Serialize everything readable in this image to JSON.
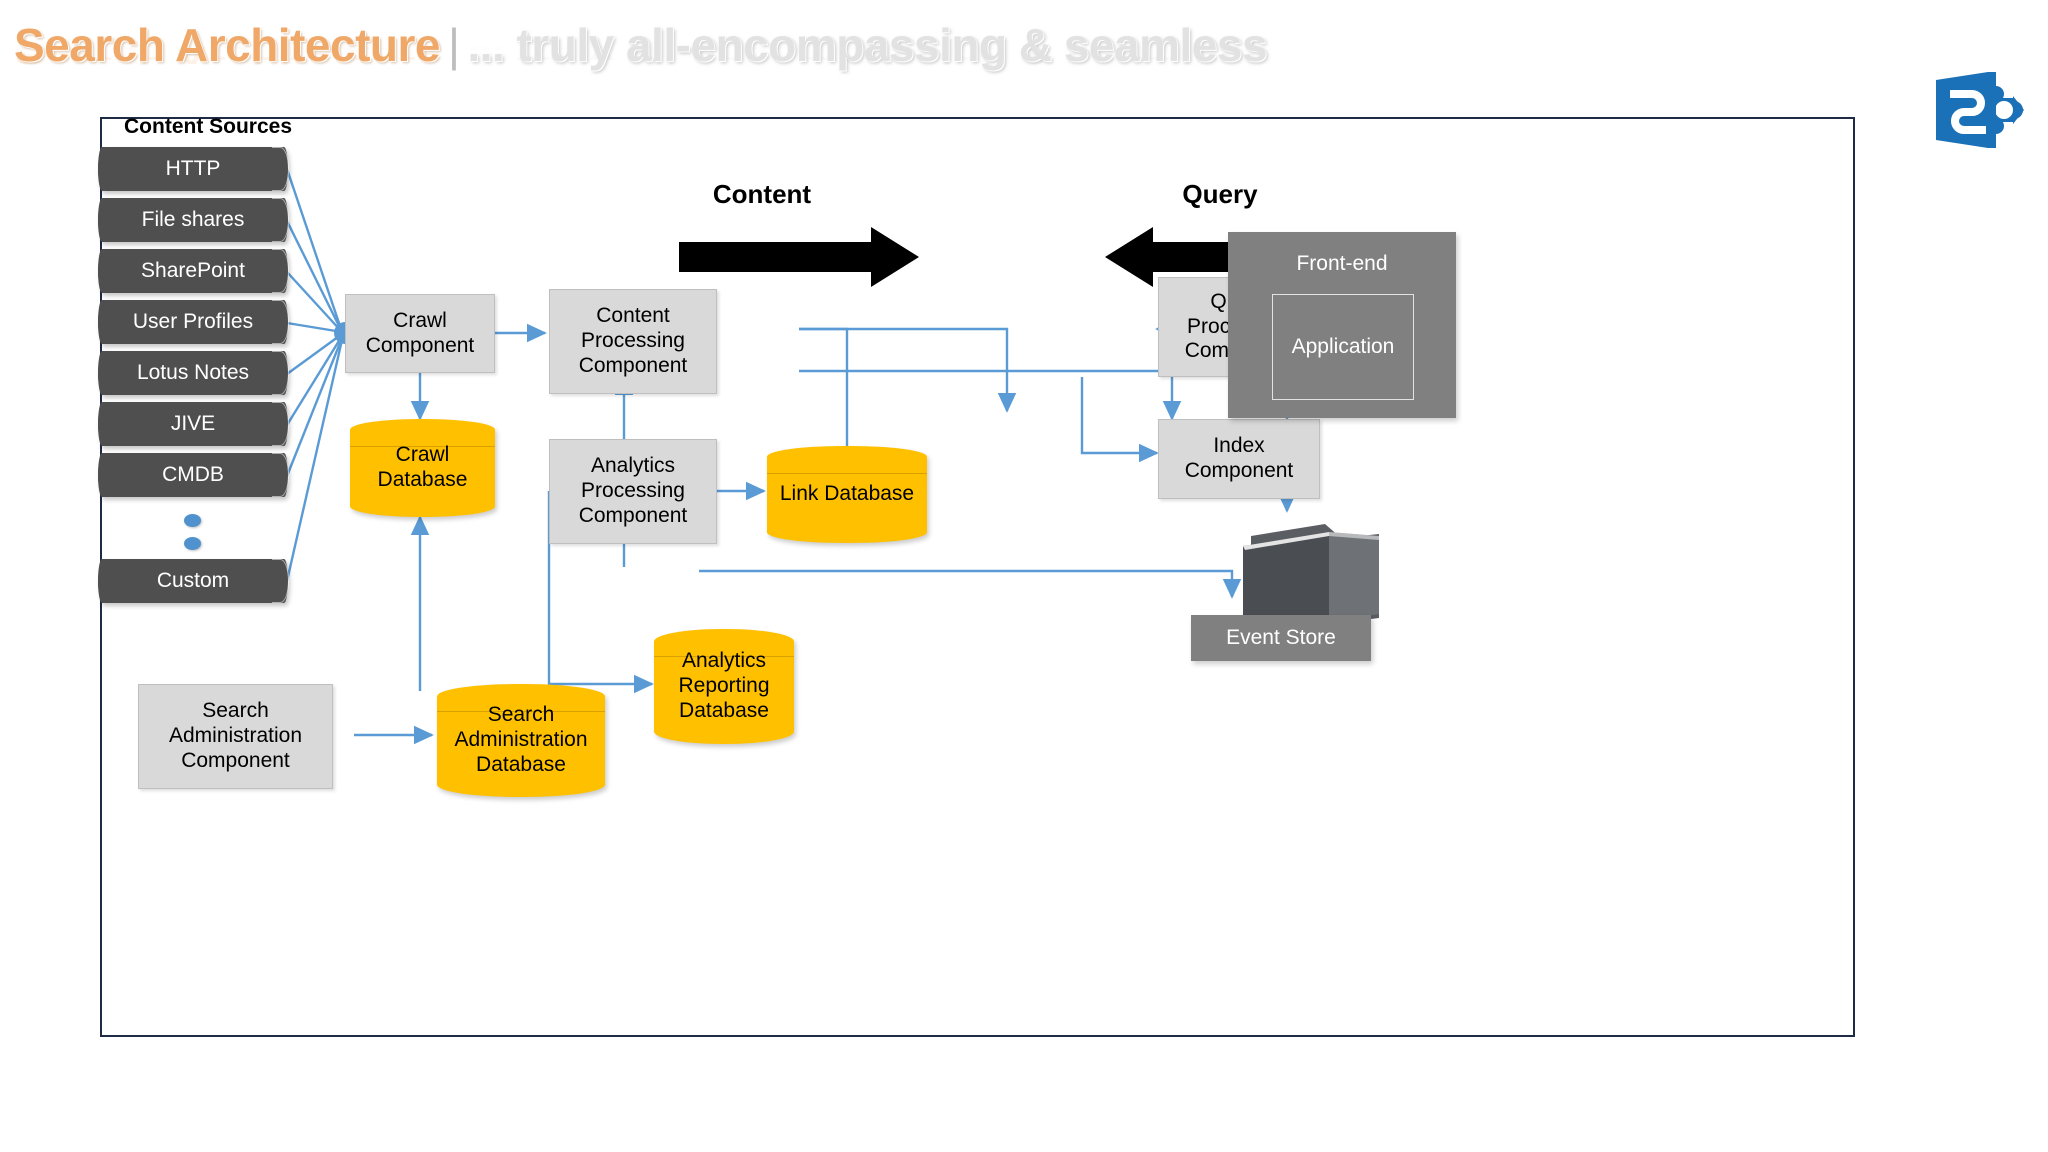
{
  "title": {
    "main": "Search Architecture",
    "separator": "|",
    "subtitle": "... truly all-encompassing & seamless"
  },
  "logo": {
    "name": "sharepoint-logo",
    "letter": "S",
    "color": "#1B71B8"
  },
  "diagram": {
    "content_sources_label": "Content Sources",
    "flow_labels": {
      "content": "Content",
      "query": "Query"
    },
    "content_sources": [
      {
        "label": "HTTP"
      },
      {
        "label": "File shares"
      },
      {
        "label": "SharePoint"
      },
      {
        "label": "User Profiles"
      },
      {
        "label": "Lotus Notes"
      },
      {
        "label": "JIVE"
      },
      {
        "label": "CMDB"
      },
      {
        "label": "Custom"
      }
    ],
    "components": {
      "crawl": "Crawl\nComponent",
      "crawl_l1": "Crawl",
      "crawl_l2": "Component",
      "content_processing_l1": "Content",
      "content_processing_l2": "Processing",
      "content_processing_l3": "Component",
      "analytics_processing_l1": "Analytics",
      "analytics_processing_l2": "Processing",
      "analytics_processing_l3": "Component",
      "query_processing_l1": "Query",
      "query_processing_l2": "Processing",
      "query_processing_l3": "Component",
      "index_l1": "Index",
      "index_l2": "Component",
      "search_admin_l1": "Search",
      "search_admin_l2": "Administration",
      "search_admin_l3": "Component"
    },
    "databases": {
      "crawl_db_l1": "Crawl",
      "crawl_db_l2": "Database",
      "link_db": "Link Database",
      "analytics_reporting_l1": "Analytics",
      "analytics_reporting_l2": "Reporting",
      "analytics_reporting_l3": "Database",
      "search_admin_db_l1": "Search",
      "search_admin_db_l2": "Administration",
      "search_admin_db_l3": "Database"
    },
    "frontend": {
      "title": "Front-end",
      "application": "Application"
    },
    "event_store": {
      "label": "Event Store"
    },
    "colors": {
      "database_yellow": "#FFC000",
      "component_grey": "#D9D9D9",
      "source_dark": "#4F4F4F",
      "frontend_grey": "#808080",
      "connector_blue": "#5B9BD5",
      "frame_border": "#1F2A44",
      "title_orange": "#F0A868"
    }
  }
}
